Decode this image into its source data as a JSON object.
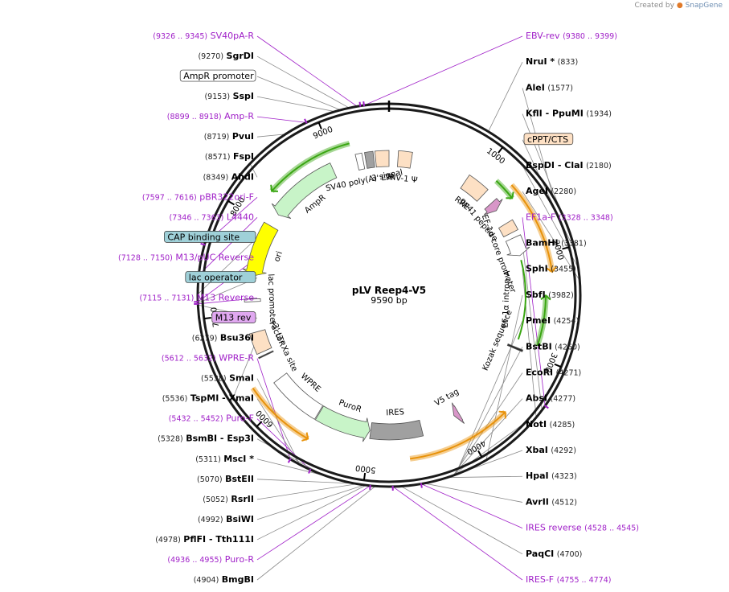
{
  "brand": {
    "created_by": "Created by",
    "app": "SnapGene"
  },
  "plasmid": {
    "name": "pLV Reep4-V5",
    "length_label": "9590 bp",
    "length": 9590
  },
  "ticks": [
    {
      "pos": 1000,
      "label": "1000"
    },
    {
      "pos": 2000,
      "label": "2000"
    },
    {
      "pos": 3000,
      "label": "3000"
    },
    {
      "pos": 4000,
      "label": "4000"
    },
    {
      "pos": 5000,
      "label": "5000"
    },
    {
      "pos": 6000,
      "label": "6000"
    },
    {
      "pos": 7000,
      "label": "7000"
    },
    {
      "pos": 8000,
      "label": "8000"
    },
    {
      "pos": 9000,
      "label": "9000"
    }
  ],
  "features": [
    {
      "name": "3' LTR",
      "label": "3' LTR",
      "start": 9440,
      "end": 9590,
      "type": "ltr",
      "color": "#fde0c4",
      "shape": "box"
    },
    {
      "name": "HIV-1 Ψ",
      "label": "HIV-1 Ψ",
      "start": 100,
      "end": 250,
      "type": "misc",
      "color": "#fde0c4",
      "shape": "box"
    },
    {
      "name": "RRE",
      "label": "RRE",
      "start": 900,
      "end": 1150,
      "type": "misc",
      "color": "#fde0c4",
      "shape": "box"
    },
    {
      "name": "gp41 peptide",
      "label": "gp41 peptide",
      "start": 1280,
      "end": 1380,
      "type": "misc",
      "color": "#d896c8",
      "shape": "arrow"
    },
    {
      "name": "cPPT/CTS",
      "label": "",
      "start": 1560,
      "end": 1680,
      "type": "misc",
      "color": "#fde0c4",
      "shape": "box"
    },
    {
      "name": "EF-1α core promoter",
      "label": "EF-1α core promoter",
      "start": 1740,
      "end": 1950,
      "type": "promoter",
      "color": "#ffffff",
      "shape": "arrow"
    },
    {
      "name": "EF-1α intron A",
      "label": "EF-1α intron A",
      "start": 2000,
      "end": 2900,
      "type": "intron",
      "color": "#2a2a2a",
      "shape": "line"
    },
    {
      "name": "Kozak sequence",
      "label": "Kozak sequence",
      "start": 2990,
      "end": 3010,
      "type": "misc",
      "color": "#2a2a2a",
      "shape": "box"
    },
    {
      "name": "V5 tag",
      "label": "V5 tag",
      "start": 3980,
      "end": 4040,
      "type": "tag",
      "color": "#d896c8",
      "shape": "arrow"
    },
    {
      "name": "IRES",
      "label": "IRES",
      "start": 4430,
      "end": 5000,
      "type": "misc",
      "color": "#a0a0a0",
      "shape": "box"
    },
    {
      "name": "PuroR",
      "label": "PuroR",
      "start": 5010,
      "end": 5610,
      "type": "cds",
      "color": "#c8f4c8",
      "shape": "arrow_rev"
    },
    {
      "name": "WPRE",
      "label": "WPRE",
      "start": 5620,
      "end": 6200,
      "type": "misc",
      "color": "#ffffff",
      "shape": "box"
    },
    {
      "name": "Factor Xa site",
      "label": "Factor Xa site",
      "start": 6500,
      "end": 6512,
      "type": "site",
      "color": "#2a2a2a",
      "shape": "box"
    },
    {
      "name": "3' LTR",
      "label": "3' LTR",
      "start": 6550,
      "end": 6780,
      "type": "ltr",
      "color": "#fde0c4",
      "shape": "box"
    },
    {
      "name": "lac promoter",
      "label": "lac promoter",
      "start": 7120,
      "end": 7150,
      "type": "promoter",
      "color": "#ffffff",
      "shape": "box"
    },
    {
      "name": "ori",
      "label": "ori",
      "start": 7410,
      "end": 8000,
      "type": "ori",
      "color": "#ffff00",
      "shape": "arrow_rev"
    },
    {
      "name": "AmpR",
      "label": "AmpR",
      "start": 8150,
      "end": 8950,
      "type": "cds",
      "color": "#c8f4c8",
      "shape": "arrow_rev"
    },
    {
      "name": "SV40 poly(A) signal",
      "label": "SV40 poly(A) signal",
      "start": 9230,
      "end": 9300,
      "type": "polyA",
      "color": "#ffffff",
      "shape": "box"
    },
    {
      "name": "SV40 poly(A) signal 2",
      "label": "",
      "start": 9330,
      "end": 9420,
      "type": "polyA",
      "color": "#a0a0a0",
      "shape": "box"
    }
  ],
  "orange_arcs": [
    {
      "start": 1280,
      "end": 2180,
      "dir": "fwd"
    },
    {
      "start": 3600,
      "end": 4600,
      "dir": "rev"
    },
    {
      "start": 5580,
      "end": 6280,
      "dir": "rev"
    }
  ],
  "green_arcs": [
    {
      "start": 1150,
      "end": 1380,
      "dir": "fwd"
    },
    {
      "start": 8300,
      "end": 9200,
      "dir": "rev"
    },
    {
      "start": 2400,
      "end": 2900,
      "dir": "rev"
    }
  ],
  "primer_marks": [
    {
      "pos": 9360,
      "color": "#a020c8"
    },
    {
      "pos": 9390,
      "color": "#a020c8"
    },
    {
      "pos": 7600,
      "color": "#a020c8"
    },
    {
      "pos": 7350,
      "color": "#a020c8"
    },
    {
      "pos": 7140,
      "color": "#a020c8"
    },
    {
      "pos": 7123,
      "color": "#a020c8"
    },
    {
      "pos": 8908,
      "color": "#a020c8"
    },
    {
      "pos": 3338,
      "color": "#a020c8"
    },
    {
      "pos": 5622,
      "color": "#a020c8"
    },
    {
      "pos": 5442,
      "color": "#a020c8"
    },
    {
      "pos": 4945,
      "color": "#a020c8"
    },
    {
      "pos": 4765,
      "color": "#a020c8"
    },
    {
      "pos": 4537,
      "color": "#a020c8"
    }
  ],
  "left_labels": [
    {
      "pos": 9335,
      "kind": "primer",
      "text": "SV40pA-R",
      "range": "(9326 .. 9345)"
    },
    {
      "pos": 9270,
      "kind": "site",
      "text": "SgrDI",
      "range": "(9270)"
    },
    {
      "pos": 9200,
      "kind": "feature_box",
      "text": "AmpR promoter",
      "range": "",
      "box_color": "#ffffff"
    },
    {
      "pos": 9153,
      "kind": "site",
      "text": "SspI",
      "range": "(9153)"
    },
    {
      "pos": 8908,
      "kind": "primer",
      "text": "Amp-R",
      "range": "(8899 .. 8918)"
    },
    {
      "pos": 8719,
      "kind": "site",
      "text": "PvuI",
      "range": "(8719)"
    },
    {
      "pos": 8571,
      "kind": "site",
      "text": "FspI",
      "range": "(8571)"
    },
    {
      "pos": 8349,
      "kind": "site",
      "text": "AhdI",
      "range": "(8349)"
    },
    {
      "pos": 7606,
      "kind": "primer",
      "text": "pBR322ori-F",
      "range": "(7597 .. 7616)"
    },
    {
      "pos": 7354,
      "kind": "primer",
      "text": "L4440",
      "range": "(7346 .. 7363)"
    },
    {
      "pos": 7200,
      "kind": "feature_box",
      "text": "CAP binding site",
      "range": "",
      "box_color": "#9fd0d8"
    },
    {
      "pos": 7139,
      "kind": "primer",
      "text": "M13/pUC Reverse",
      "range": "(7128 .. 7150)"
    },
    {
      "pos": 7130,
      "kind": "feature_box",
      "text": "lac operator",
      "range": "",
      "box_color": "#9fd0d8"
    },
    {
      "pos": 7123,
      "kind": "primer",
      "text": "M13 Reverse",
      "range": "(7115 .. 7131)"
    },
    {
      "pos": 7115,
      "kind": "feature_box",
      "text": "M13 rev",
      "range": "",
      "box_color": "#e0a8f0"
    },
    {
      "pos": 6279,
      "kind": "site",
      "text": "Bsu36I",
      "range": "(6279)"
    },
    {
      "pos": 5622,
      "kind": "primer",
      "text": "WPRE-R",
      "range": "(5612 .. 5632)"
    },
    {
      "pos": 5538,
      "kind": "site",
      "text": "SmaI",
      "range": "(5538)"
    },
    {
      "pos": 5536,
      "kind": "site",
      "text": "TspMI  - XmaI",
      "range": "(5536)"
    },
    {
      "pos": 5442,
      "kind": "primer",
      "text": "Puro-F",
      "range": "(5432 .. 5452)"
    },
    {
      "pos": 5328,
      "kind": "site",
      "text": "BsmBI  - Esp3I",
      "range": "(5328)"
    },
    {
      "pos": 5311,
      "kind": "site",
      "text": "MscI *",
      "range": "(5311)"
    },
    {
      "pos": 5070,
      "kind": "site",
      "text": "BstEII",
      "range": "(5070)"
    },
    {
      "pos": 5052,
      "kind": "site",
      "text": "RsrII",
      "range": "(5052)"
    },
    {
      "pos": 4992,
      "kind": "site",
      "text": "BsiWI",
      "range": "(4992)"
    },
    {
      "pos": 4978,
      "kind": "site",
      "text": "PflFI  - Tth111I",
      "range": "(4978)"
    },
    {
      "pos": 4945,
      "kind": "primer",
      "text": "Puro-R",
      "range": "(4936 .. 4955)"
    },
    {
      "pos": 4904,
      "kind": "site",
      "text": "BmgBI",
      "range": "(4904)"
    }
  ],
  "right_labels": [
    {
      "pos": 9390,
      "kind": "primer",
      "text": "EBV-rev",
      "range": "(9380 .. 9399)"
    },
    {
      "pos": 833,
      "kind": "site",
      "text": "NruI *",
      "range": "(833)"
    },
    {
      "pos": 1577,
      "kind": "site",
      "text": "AleI",
      "range": "(1577)"
    },
    {
      "pos": 1934,
      "kind": "site",
      "text": "KflI  - PpuMI",
      "range": "(1934)"
    },
    {
      "pos": 2050,
      "kind": "feature_box",
      "text": "cPPT/CTS",
      "range": "",
      "box_color": "#fde0c4"
    },
    {
      "pos": 2180,
      "kind": "site",
      "text": "BspDI  - ClaI",
      "range": "(2180)"
    },
    {
      "pos": 2280,
      "kind": "site",
      "text": "AgeI",
      "range": "(2280)"
    },
    {
      "pos": 3338,
      "kind": "primer",
      "text": "EF1a-F",
      "range": "(3328 .. 3348)"
    },
    {
      "pos": 3381,
      "kind": "site",
      "text": "BamHI",
      "range": "(3381)"
    },
    {
      "pos": 3455,
      "kind": "site",
      "text": "SphI",
      "range": "(3455)"
    },
    {
      "pos": 3982,
      "kind": "site",
      "text": "SbfI",
      "range": "(3982)"
    },
    {
      "pos": 4254,
      "kind": "site",
      "text": "PmeI",
      "range": "(4254)"
    },
    {
      "pos": 4260,
      "kind": "site",
      "text": "BstBI",
      "range": "(4260)"
    },
    {
      "pos": 4271,
      "kind": "site",
      "text": "EcoRI",
      "range": "(4271)"
    },
    {
      "pos": 4277,
      "kind": "site",
      "text": "AbsI",
      "range": "(4277)"
    },
    {
      "pos": 4285,
      "kind": "site",
      "text": "NotI",
      "range": "(4285)"
    },
    {
      "pos": 4292,
      "kind": "site",
      "text": "XbaI",
      "range": "(4292)"
    },
    {
      "pos": 4323,
      "kind": "site",
      "text": "HpaI",
      "range": "(4323)"
    },
    {
      "pos": 4512,
      "kind": "site",
      "text": "AvrII",
      "range": "(4512)"
    },
    {
      "pos": 4537,
      "kind": "primer",
      "text": "IRES reverse",
      "range": "(4528 .. 4545)"
    },
    {
      "pos": 4700,
      "kind": "site",
      "text": "PaqCI",
      "range": "(4700)"
    },
    {
      "pos": 4765,
      "kind": "primer",
      "text": "IRES-F",
      "range": "(4755 .. 4774)"
    }
  ]
}
